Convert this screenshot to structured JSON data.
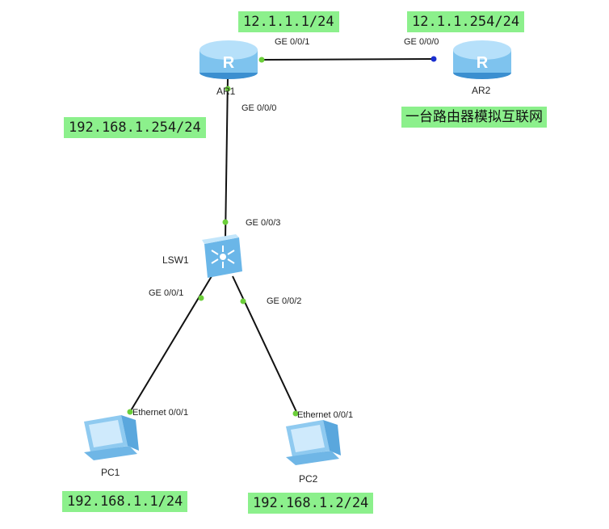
{
  "devices": {
    "ar1": "AR1",
    "ar2": "AR2",
    "lsw1": "LSW1",
    "pc1": "PC1",
    "pc2": "PC2"
  },
  "ip_labels": {
    "ar1_wan": "12.1.1.1/24",
    "ar2_wan": "12.1.1.254/24",
    "ar1_lan": "192.168.1.254/24",
    "pc1": "192.168.1.1/24",
    "pc2": "192.168.1.2/24"
  },
  "ports": {
    "ar1_ge001": "GE 0/0/1",
    "ar2_ge000": "GE 0/0/0",
    "ar1_ge000": "GE 0/0/0",
    "lsw1_ge003": "GE 0/0/3",
    "lsw1_ge001": "GE 0/0/1",
    "lsw1_ge002": "GE 0/0/2",
    "pc1_eth": "Ethernet 0/0/1",
    "pc2_eth": "Ethernet 0/0/1"
  },
  "note": "一台路由器模拟互联网",
  "colors": {
    "label_bg": "#8cf08c",
    "link": "#111111",
    "port_dot_green": "#6ccf3a",
    "port_dot_blue": "#1a2fd0",
    "device_blue": "#7ec3ee"
  }
}
